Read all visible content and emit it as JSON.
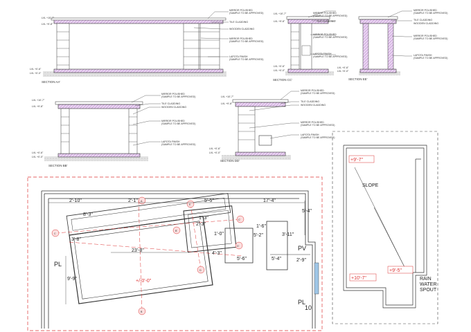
{
  "sections": [
    {
      "id": "aa",
      "title": "SECTION AA'",
      "levels": [
        "LVL +10'-7\"",
        "LVL +9'-8\"",
        "LVL +0'-6\"",
        "LVL +0'-0\""
      ],
      "notes": [
        "MIRROR POLISHED\n(SAMPLE TO BE APPROVED)",
        "TILE CLADDING",
        "WOODEN CLADDING",
        "MIRROR POLISHED\n(SAMPLE TO BE APPROVED)",
        "LAPOTA FINISH\n(SAMPLE TO BE APPROVED)"
      ]
    },
    {
      "id": "cc",
      "title": "SECTION CC'",
      "levels": [
        "LVL +10'-7\"",
        "LVL +9'-8\"",
        "LVL +0'-6\"",
        "LVL +0'-0\""
      ],
      "notes": [
        "MIRROR POLISHED\n(SAMPLE TO BE APPROVED)",
        "TILE CLADDING",
        "MIRROR POLISHED\n(SAMPLE TO BE APPROVED)",
        "LAPOTA FINISH\n(SAMPLE TO BE APPROVED)"
      ]
    },
    {
      "id": "ee",
      "title": "SECTION EE'",
      "levels": [
        "LVL +10'-7\"",
        "LVL +9'-8\"",
        "LVL +0'-6\"",
        "LVL +0'-0\""
      ],
      "notes": [
        "MIRROR POLISHED\n(SAMPLE TO BE APPROVED)",
        "TILE CLADDING",
        "WOODEN CLADDING",
        "MIRROR POLISHED\n(SAMPLE TO BE APPROVED)",
        "LAPOTA FINISH\n(SAMPLE TO BE APPROVED)"
      ]
    },
    {
      "id": "bb",
      "title": "SECTION BB'",
      "levels": [
        "LVL +10'-7\"",
        "LVL +9'-8\"",
        "LVL +0'-6\"",
        "LVL +0'-0\""
      ],
      "notes": [
        "MIRROR POLISHED\n(SAMPLE TO BE APPROVED)",
        "TILE CLADDING",
        "WOODEN CLADDING",
        "MIRROR POLISHED\n(SAMPLE TO BE APPROVED)",
        "LAPOTA FINISH\n(SAMPLE TO BE APPROVED)"
      ]
    },
    {
      "id": "dd",
      "title": "SECTION DD'",
      "levels": [
        "LVL +10'-7\"",
        "LVL +9'-8\"",
        "LVL +0'-6\"",
        "LVL +0'-0\""
      ],
      "notes": [
        "MIRROR POLISHED\n(SAMPLE TO BE APPROVED)",
        "TILE CLADDING",
        "WOODEN CLADDING",
        "MIRROR POLISHED\n(SAMPLE TO BE APPROVED)",
        "LAPOTA FINISH\n(SAMPLE TO BE APPROVED)"
      ]
    }
  ],
  "plan": {
    "dims": [
      "2'-10\"",
      "2'-1\"",
      "5'-5\"",
      "17'-4\"",
      "1'-3\"",
      "2'-3\"",
      "8'-3\"",
      "23'-8\"",
      "3'-8\"",
      "9'-9\"",
      "5'-4\"",
      "5'-2\"",
      "4'-3\"",
      "5'-6\"",
      "5'-4\"",
      "2'-9\"",
      "3'-11\"",
      "1'-6\"",
      "1'-0\""
    ],
    "labels": [
      "PL",
      "PV",
      "PL",
      "10"
    ],
    "markers": [
      "A",
      "A'",
      "B",
      "B'",
      "C",
      "C'",
      "D",
      "D'",
      "E",
      "E'"
    ],
    "level_tag": "+/-0'-0\""
  },
  "roof": {
    "slope_label": "SLOPE",
    "level_top": "+9'-7\"",
    "level_mid": "+9'-5\"",
    "level_low": "+10'-7\"",
    "spout_label": "RAIN\nWATER\nSPOUT"
  },
  "colors": {
    "line": "#333333",
    "hatch": "#b57cc8",
    "red": "#dd3333",
    "ground": "#d8d8d8"
  }
}
